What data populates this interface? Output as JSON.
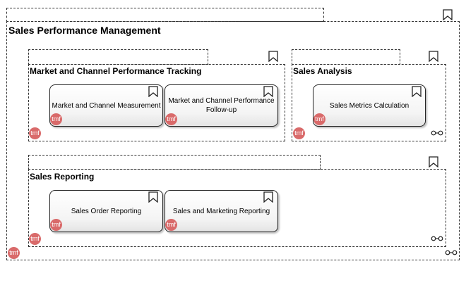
{
  "diagram": {
    "main_group": {
      "title": "Sales Performance Management"
    },
    "groups": [
      {
        "title": "Market and Channel Performance Tracking"
      },
      {
        "title": "Sales Analysis"
      },
      {
        "title": "Sales Reporting"
      }
    ],
    "functions": [
      {
        "label": "Market and Channel Measurement"
      },
      {
        "label": "Market and Channel Performance Follow-up"
      },
      {
        "label": "Sales Metrics Calculation"
      },
      {
        "label": "Sales Order Reporting"
      },
      {
        "label": "Sales and Marketing Reporting"
      }
    ],
    "badge_text": "tmf",
    "colors": {
      "badge": "#d96a6a",
      "border": "#333333"
    },
    "icons": [
      "bookmark-icon",
      "tmf-badge-icon",
      "link-icon"
    ]
  }
}
